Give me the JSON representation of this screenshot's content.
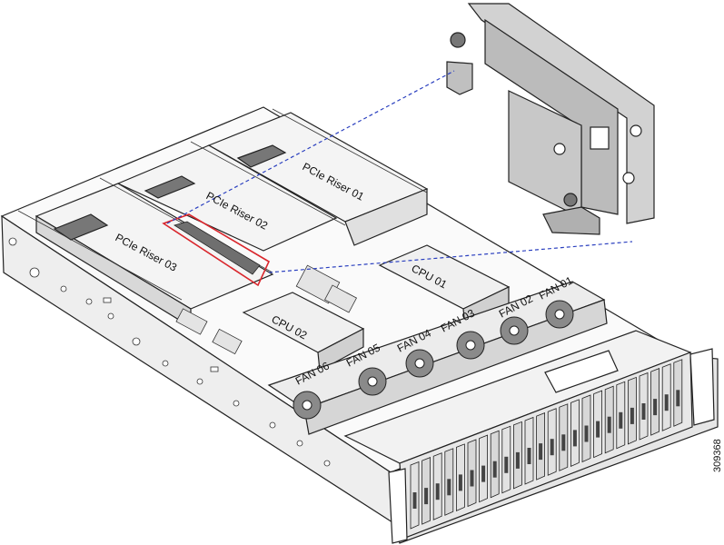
{
  "figure_number": "309368",
  "labels": {
    "riser_01": "PCIe Riser 01",
    "riser_02": "PCIe Riser 02",
    "riser_03": "PCIe Riser 03",
    "cpu_01": "CPU 01",
    "cpu_02": "CPU 02",
    "fans": [
      "FAN 01",
      "FAN 02",
      "FAN 03",
      "FAN 04",
      "FAN 05",
      "FAN 06"
    ]
  },
  "colors": {
    "line": "#222222",
    "fill_light": "#f2f2f2",
    "fill_mid": "#cfcfcf",
    "fill_dark": "#6f6f6f",
    "highlight": "#d9262c",
    "leader": "#2a3fbf"
  }
}
